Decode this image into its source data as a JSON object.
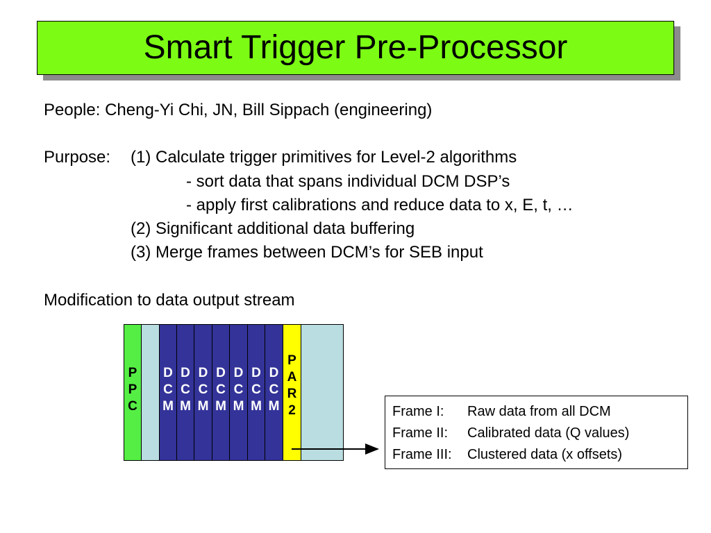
{
  "title": "Smart Trigger Pre-Processor",
  "people": "People:  Cheng-Yi Chi, JN, Bill Sippach (engineering)",
  "purpose": {
    "label": "Purpose:",
    "item1": "(1) Calculate trigger primitives for Level-2 algorithms",
    "sub1": "- sort data that spans individual DCM DSP’s",
    "sub2": "- apply first calibrations and reduce data to x, E, t, …",
    "item2": "(2) Significant additional data buffering",
    "item3": "(3) Merge frames between DCM’s for SEB input"
  },
  "modification": "Modification to data output stream",
  "rack": {
    "ppc": [
      "P",
      "P",
      "C"
    ],
    "dcm": [
      "D",
      "C",
      "M"
    ],
    "par2": [
      "P",
      "A",
      "R",
      "2"
    ],
    "colors": {
      "ppc": "#55ee44",
      "blank": "#b9dde0",
      "dcm": "#333399",
      "par2": "#ffff00"
    }
  },
  "frames": [
    {
      "label": "Frame I:",
      "desc": "Raw data from all DCM"
    },
    {
      "label": "Frame II:",
      "desc": "Calibrated data (Q values)"
    },
    {
      "label": "Frame III:",
      "desc": "Clustered data (x offsets)"
    }
  ]
}
